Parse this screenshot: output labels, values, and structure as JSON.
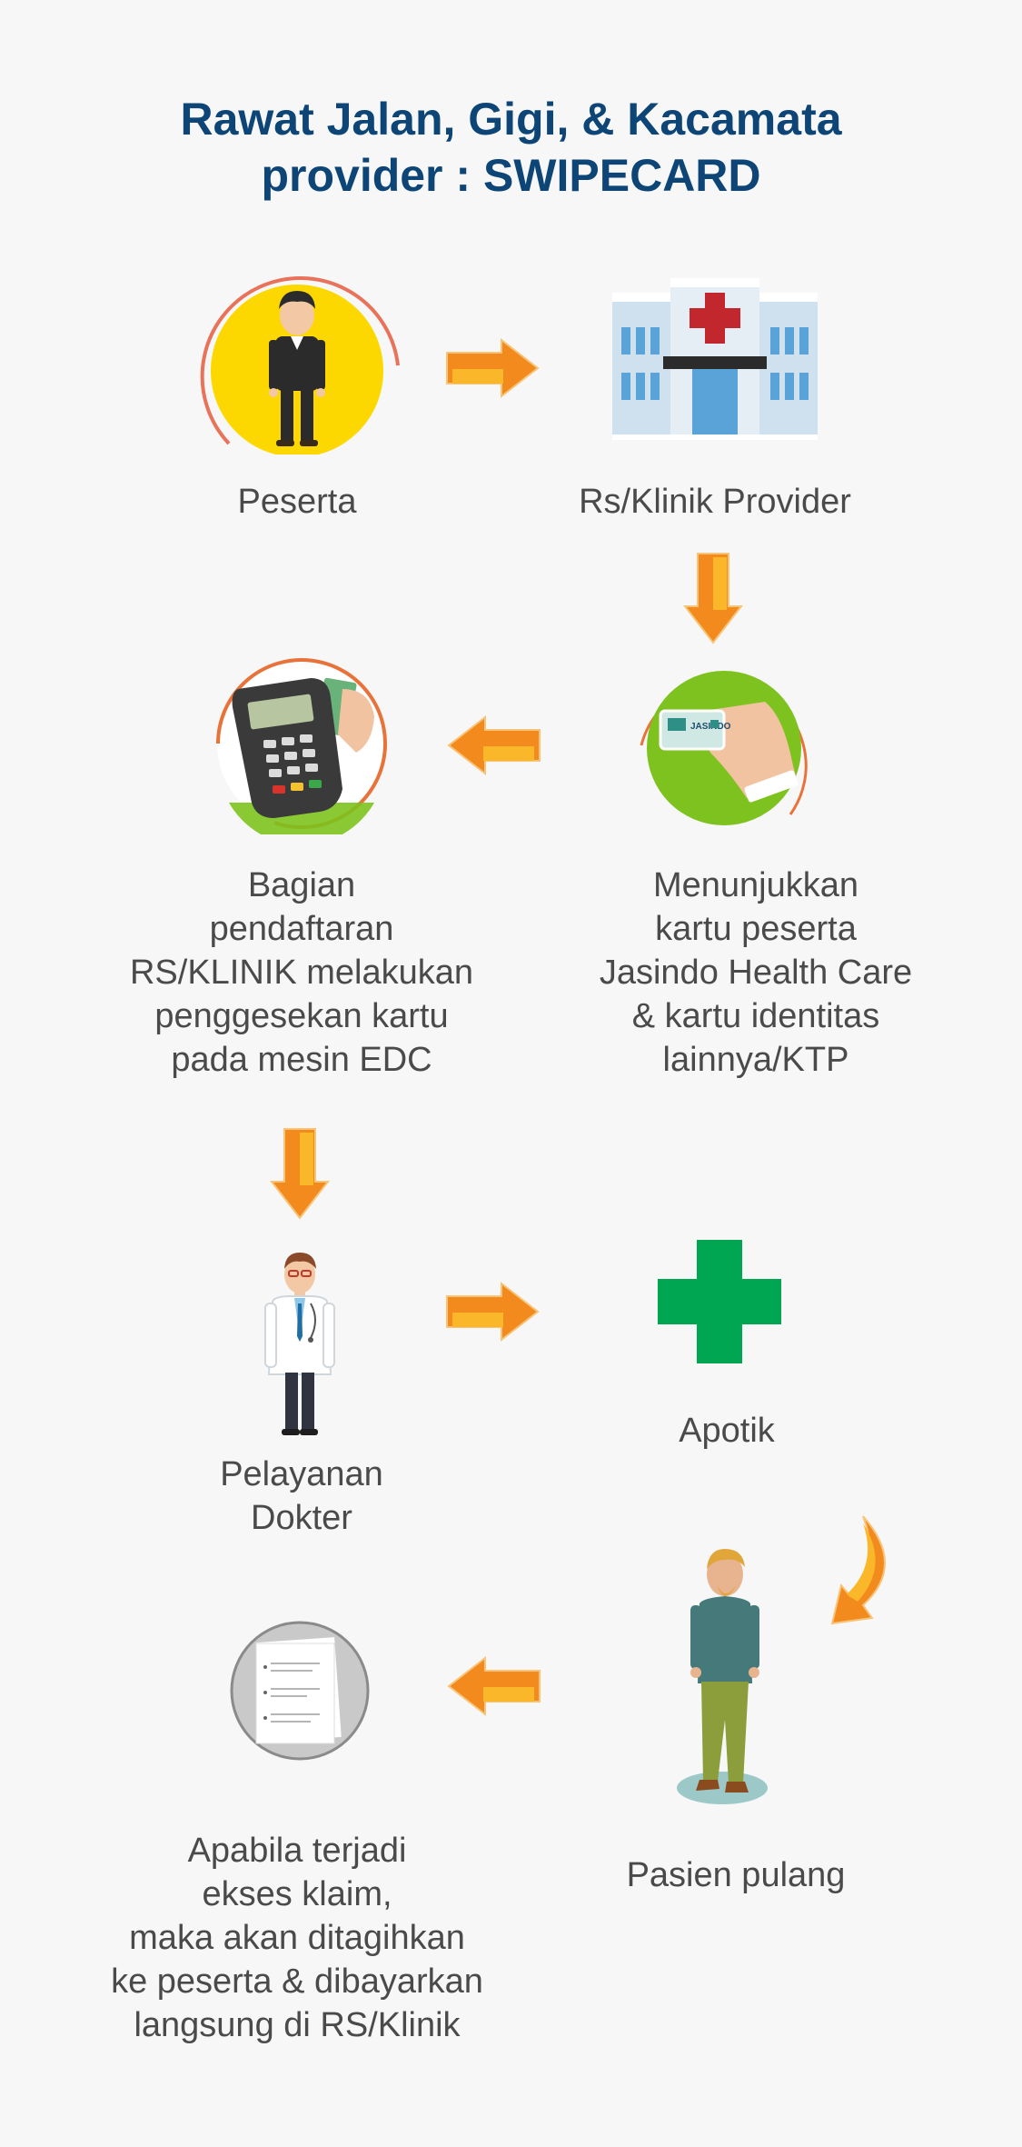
{
  "title": {
    "line1": "Rawat Jalan, Gigi, & Kacamata",
    "line2": "provider : SWIPECARD"
  },
  "steps": {
    "peserta": {
      "label": "Peserta",
      "icon": "participant-person-icon"
    },
    "provider": {
      "label": "Rs/Klinik Provider",
      "icon": "hospital-icon"
    },
    "kartu": {
      "lines": [
        "Menunjukkan",
        "kartu peserta",
        "Jasindo Health Care",
        "& kartu identitas",
        "lainnya/KTP"
      ],
      "icon": "member-card-in-hand-icon",
      "card_text": "JASINDO"
    },
    "edc": {
      "lines": [
        "Bagian",
        "pendaftaran",
        "RS/KLINIK melakukan",
        "penggesekan kartu",
        "pada mesin EDC"
      ],
      "icon": "edc-machine-icon"
    },
    "dokter": {
      "lines": [
        "Pelayanan",
        "Dokter"
      ],
      "icon": "doctor-icon"
    },
    "apotik": {
      "label": "Apotik",
      "icon": "pharmacy-cross-icon"
    },
    "pulang": {
      "label": "Pasien pulang",
      "icon": "walking-patient-icon"
    },
    "ekses": {
      "lines": [
        "Apabila terjadi",
        "ekses klaim,",
        "maka akan ditagihkan",
        "ke peserta & dibayarkan",
        "langsung di RS/Klinik"
      ],
      "icon": "invoice-document-icon"
    }
  },
  "colors": {
    "title": "#0d4577",
    "arrow_orange": "#f28a1e",
    "arrow_yellow": "#fbb72a",
    "pharmacy_green": "#00a651",
    "circle_yellow": "#fdd800",
    "circle_green": "#7dc21e",
    "ring": "#e8733a"
  }
}
